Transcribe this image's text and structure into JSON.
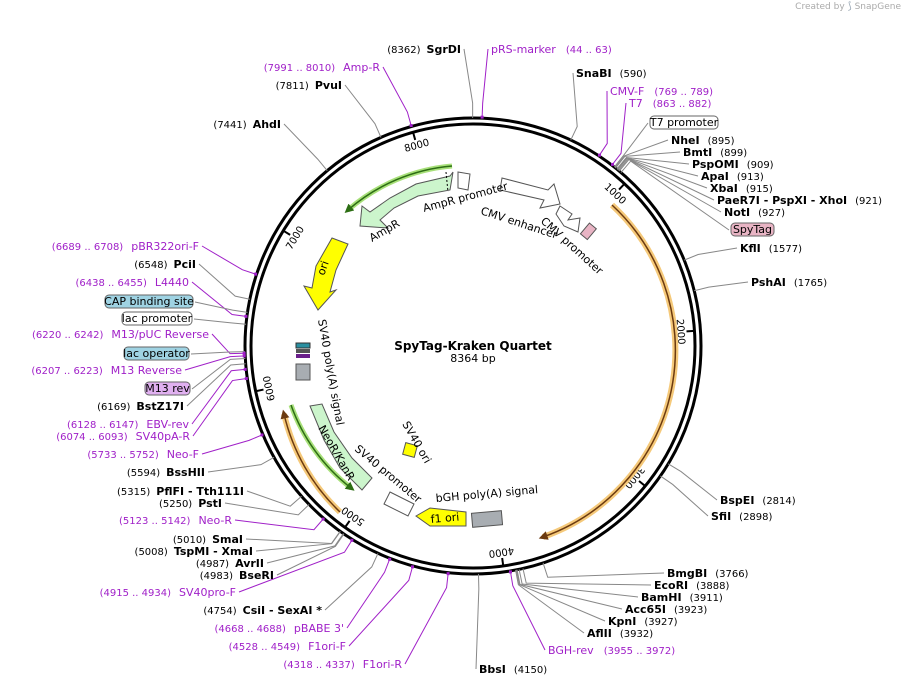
{
  "branding": {
    "created_by": "Created by",
    "app": "SnapGene"
  },
  "plasmid": {
    "name": "SpyTag-Kraken Quartet",
    "length": "8364 bp"
  },
  "ruler_ticks": [
    {
      "label": "1000",
      "pos": 1000
    },
    {
      "label": "2000",
      "pos": 2000
    },
    {
      "label": "3000",
      "pos": 3000
    },
    {
      "label": "4000",
      "pos": 4000
    },
    {
      "label": "5000",
      "pos": 5000
    },
    {
      "label": "6000",
      "pos": 6000
    },
    {
      "label": "7000",
      "pos": 7000
    },
    {
      "label": "8000",
      "pos": 8000
    }
  ],
  "sites": [
    {
      "id": "SgrDI",
      "coord": "(8362)",
      "name": "SgrDI",
      "pos": 8362
    },
    {
      "id": "SnaBI",
      "coord": "(590)",
      "name": "SnaBI",
      "pos": 590
    },
    {
      "id": "NheI",
      "coord": "(895)",
      "name": "NheI",
      "pos": 895
    },
    {
      "id": "BmtI",
      "coord": "(899)",
      "name": "BmtI",
      "pos": 899
    },
    {
      "id": "PspOMI",
      "coord": "(909)",
      "name": "PspOMI",
      "pos": 909
    },
    {
      "id": "ApaI",
      "coord": "(913)",
      "name": "ApaI",
      "pos": 913
    },
    {
      "id": "XbaI",
      "coord": "(915)",
      "name": "XbaI",
      "pos": 915
    },
    {
      "id": "PaeR7I",
      "coord": "(921)",
      "name": "PaeR7I - PspXI - XhoI",
      "pos": 921
    },
    {
      "id": "NotI",
      "coord": "(927)",
      "name": "NotI",
      "pos": 927
    },
    {
      "id": "KflI",
      "coord": "(1577)",
      "name": "KflI",
      "pos": 1577
    },
    {
      "id": "PshAI",
      "coord": "(1765)",
      "name": "PshAI",
      "pos": 1765
    },
    {
      "id": "BspEI",
      "coord": "(2814)",
      "name": "BspEI",
      "pos": 2814
    },
    {
      "id": "SfiI",
      "coord": "(2898)",
      "name": "SfiI",
      "pos": 2898
    },
    {
      "id": "BmgBI",
      "coord": "(3766)",
      "name": "BmgBI",
      "pos": 3766
    },
    {
      "id": "EcoRI",
      "coord": "(3888)",
      "name": "EcoRI",
      "pos": 3888
    },
    {
      "id": "BamHI",
      "coord": "(3911)",
      "name": "BamHI",
      "pos": 3911
    },
    {
      "id": "Acc65I",
      "coord": "(3923)",
      "name": "Acc65I",
      "pos": 3923
    },
    {
      "id": "KpnI",
      "coord": "(3927)",
      "name": "KpnI",
      "pos": 3927
    },
    {
      "id": "AflII",
      "coord": "(3932)",
      "name": "AflII",
      "pos": 3932
    },
    {
      "id": "BbsI",
      "coord": "(4150)",
      "name": "BbsI",
      "pos": 4150
    },
    {
      "id": "CsiI",
      "coord": "(4754)",
      "name": "CsiI - SexAI *",
      "pos": 4754
    },
    {
      "id": "BseRI",
      "coord": "(4983)",
      "name": "BseRI",
      "pos": 4983
    },
    {
      "id": "AvrII",
      "coord": "(4987)",
      "name": "AvrII",
      "pos": 4987
    },
    {
      "id": "TspMI",
      "coord": "(5008)",
      "name": "TspMI - XmaI",
      "pos": 5008
    },
    {
      "id": "SmaI",
      "coord": "(5010)",
      "name": "SmaI",
      "pos": 5010
    },
    {
      "id": "PstI",
      "coord": "(5250)",
      "name": "PstI",
      "pos": 5250
    },
    {
      "id": "PflFI",
      "coord": "(5315)",
      "name": "PflFI - Tth111I",
      "pos": 5315
    },
    {
      "id": "BssHII",
      "coord": "(5594)",
      "name": "BssHII",
      "pos": 5594
    },
    {
      "id": "BstZ17I",
      "coord": "(6169)",
      "name": "BstZ17I",
      "pos": 6169
    },
    {
      "id": "PciI",
      "coord": "(6548)",
      "name": "PciI",
      "pos": 6548
    },
    {
      "id": "AhdI",
      "coord": "(7441)",
      "name": "AhdI",
      "pos": 7441
    },
    {
      "id": "PvuI",
      "coord": "(7811)",
      "name": "PvuI",
      "pos": 7811
    }
  ],
  "primers": [
    {
      "id": "pRS",
      "name": "pRS-marker",
      "coord": "(44 .. 63)",
      "pos": 53
    },
    {
      "id": "CMVF",
      "name": "CMV-F",
      "coord": "(769 .. 789)",
      "pos": 779
    },
    {
      "id": "T7",
      "name": "T7",
      "coord": "(863 .. 882)",
      "pos": 872
    },
    {
      "id": "BGHrev",
      "name": "BGH-rev",
      "coord": "(3955 .. 3972)",
      "pos": 3963
    },
    {
      "id": "F1oriR",
      "name": "F1ori-R",
      "coord": "(4318 .. 4337)",
      "pos": 4327
    },
    {
      "id": "F1oriF",
      "name": "F1ori-F",
      "coord": "(4528 .. 4549)",
      "pos": 4538
    },
    {
      "id": "pBABE3",
      "name": "pBABE 3'",
      "coord": "(4668 .. 4688)",
      "pos": 4678
    },
    {
      "id": "SV40proF",
      "name": "SV40pro-F",
      "coord": "(4915 .. 4934)",
      "pos": 4924
    },
    {
      "id": "NeoR",
      "name": "Neo-R",
      "coord": "(5123 .. 5142)",
      "pos": 5132
    },
    {
      "id": "NeoF",
      "name": "Neo-F",
      "coord": "(5733 .. 5752)",
      "pos": 5742
    },
    {
      "id": "SV40pAR",
      "name": "SV40pA-R",
      "coord": "(6074 .. 6093)",
      "pos": 6083
    },
    {
      "id": "EBVrev",
      "name": "EBV-rev",
      "coord": "(6128 .. 6147)",
      "pos": 6137
    },
    {
      "id": "M13Rev",
      "name": "M13 Reverse",
      "coord": "(6207 .. 6223)",
      "pos": 6215
    },
    {
      "id": "M13pUC",
      "name": "M13/pUC Reverse",
      "coord": "(6220 .. 6242)",
      "pos": 6231
    },
    {
      "id": "L4440",
      "name": "L4440",
      "coord": "(6438 .. 6455)",
      "pos": 6446
    },
    {
      "id": "pBR322",
      "name": "pBR322ori-F",
      "coord": "(6689 .. 6708)",
      "pos": 6698
    },
    {
      "id": "AmpR",
      "name": "Amp-R",
      "coord": "(7991 .. 8010)",
      "pos": 8000
    }
  ],
  "boxed_labels": [
    {
      "id": "T7prom",
      "text": "T7 promoter"
    },
    {
      "id": "SpyTag",
      "text": "SpyTag"
    },
    {
      "id": "CAP",
      "text": "CAP binding site"
    },
    {
      "id": "lacprom",
      "text": "lac promoter"
    },
    {
      "id": "lacop",
      "text": "lac operator"
    },
    {
      "id": "M13rev",
      "text": "M13 rev"
    }
  ],
  "features": [
    {
      "id": "AmpRprom",
      "text": "AmpR promoter"
    },
    {
      "id": "CMVenh",
      "text": "CMV enhancer"
    },
    {
      "id": "CMVprom",
      "text": "CMV promoter"
    },
    {
      "id": "AmpR",
      "text": "AmpR"
    },
    {
      "id": "ori",
      "text": "ori"
    },
    {
      "id": "SV40pA",
      "text": "SV40 poly(A) signal"
    },
    {
      "id": "NeoKan",
      "text": "NeoR/KanR"
    },
    {
      "id": "SV40prom",
      "text": "SV40 promoter"
    },
    {
      "id": "SV40ori",
      "text": "SV40 ori"
    },
    {
      "id": "bGH",
      "text": "bGH poly(A) signal"
    },
    {
      "id": "f1ori",
      "text": "f1 ori"
    }
  ],
  "colors": {
    "backbone": "#000000",
    "primer": "#a020c8",
    "amp_fill": "#ccf5cc",
    "ori_fill": "#ffff00",
    "orf_orange": "#f5a623",
    "spytag_fill": "#e8b4c4",
    "cap_fill": "#9fd3e3",
    "m13rev_fill": "#e0b0f0",
    "gray_fill": "#a8adb2"
  }
}
